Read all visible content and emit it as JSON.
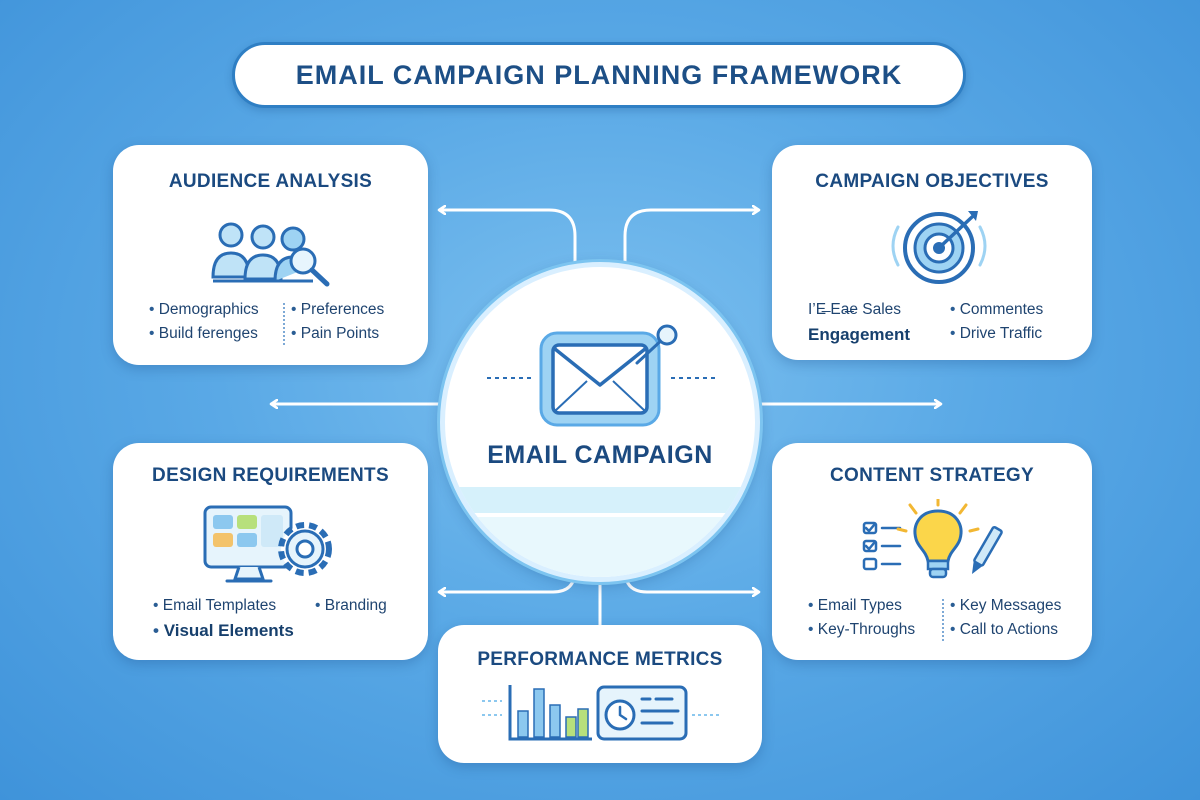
{
  "title": "EMAIL CAMPAIGN PLANNING FRAMEWORK",
  "hub": {
    "label": "EMAIL CAMPAIGN",
    "icon": "envelope-icon"
  },
  "cards": {
    "audience": {
      "title": "AUDIENCE ANALYSIS",
      "icon": "people-search-icon",
      "items": [
        "Demographics",
        "Preferences",
        "Build ferenges",
        "Pain Points"
      ]
    },
    "objectives": {
      "title": "CAMPAIGN OBJECTIVES",
      "icon": "target-icon",
      "items": [
        "I’E̶ Ea̶e Sales",
        "Commentes",
        "Engagement",
        "Drive Traffic"
      ]
    },
    "design": {
      "title": "DESIGN REQUIREMENTS",
      "icon": "monitor-gear-icon",
      "items": [
        "Email Templates",
        "Branding",
        "Visual Elements"
      ]
    },
    "content": {
      "title": "CONTENT STRATEGY",
      "icon": "lightbulb-checklist-icon",
      "items": [
        "Email Types",
        "Key Messages",
        "Key-Throughs",
        "Call to Actions"
      ]
    },
    "metrics": {
      "title": "PERFORMANCE METRICS",
      "icon": "bar-chart-dashboard-icon"
    }
  },
  "colors": {
    "background": "#5aa9e6",
    "card": "#ffffff",
    "title_text": "#1b4a80",
    "connector": "#ffffff",
    "icon_stroke": "#2a6db5",
    "icon_fill": "#9ed3f3"
  }
}
